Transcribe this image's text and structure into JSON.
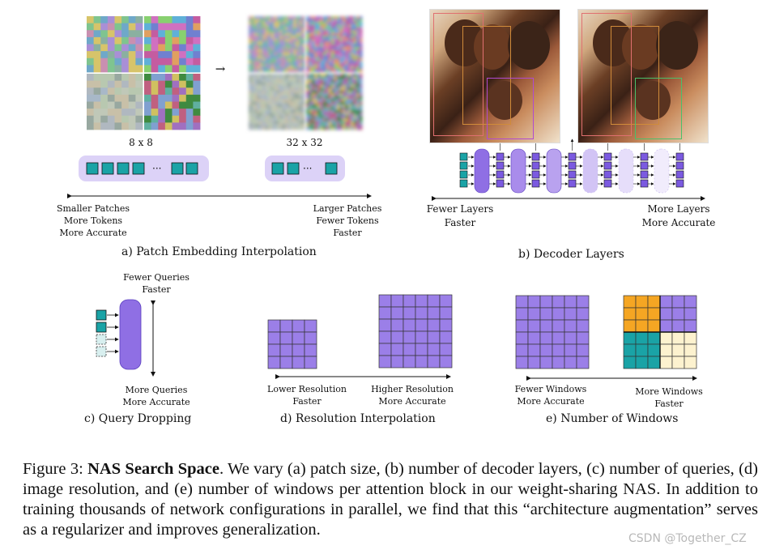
{
  "panel_a": {
    "grid_label_small": "8 x 8",
    "grid_label_large": "32 x 32",
    "arrow": "→",
    "dots": "···",
    "left_text": [
      "Smaller Patches",
      "More Tokens",
      "More Accurate"
    ],
    "right_text": [
      "Larger Patches",
      "Fewer Tokens",
      "Faster"
    ],
    "caption": "a) Patch Embedding Interpolation"
  },
  "panel_b": {
    "left_text": [
      "Fewer Layers",
      "Faster"
    ],
    "right_text": [
      "More Layers",
      "More Accurate"
    ],
    "caption": "b) Decoder Layers"
  },
  "panel_c": {
    "top_text": [
      "Fewer Queries",
      "Faster"
    ],
    "bottom_text": [
      "More Queries",
      "More Accurate"
    ],
    "caption": "c) Query Dropping"
  },
  "panel_d": {
    "left_text": [
      "Lower Resolution",
      "Faster"
    ],
    "right_text": [
      "Higher Resolution",
      "More Accurate"
    ],
    "caption": "d) Resolution Interpolation"
  },
  "panel_e": {
    "left_text": [
      "Fewer Windows",
      "More Accurate"
    ],
    "right_text": [
      "More Windows",
      "Faster"
    ],
    "caption": "e) Number of Windows"
  },
  "caption": {
    "prefix": "Figure 3: ",
    "title": "NAS Search Space",
    "body": ". We vary (a) patch size, (b) number of decoder layers, (c) number of queries, (d) image resolution, and (e) number of windows per attention block in our weight-sharing NAS. In addition to training thousands of network configurations in parallel, we find that this “architecture augmentation” serves as a regularizer and improves generalization."
  },
  "watermark": "CSDN @Together_CZ",
  "colors": {
    "teal": "#1aa3a6",
    "purple": "#9b7fe8",
    "purple_dark": "#7b5ae0",
    "lavender_bg": "#dcd2f7",
    "orange": "#f5a623",
    "cream": "#fdf2cf",
    "grid_line": "#333333"
  }
}
